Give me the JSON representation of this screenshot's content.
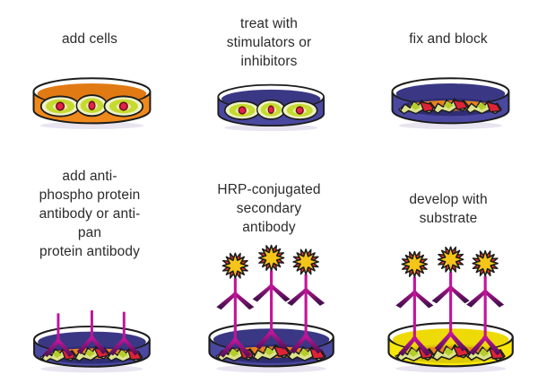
{
  "steps": [
    {
      "caption": "add cells",
      "liquid": "orange",
      "art": "live-cells"
    },
    {
      "caption": "treat with\nstimulators or\ninhibitors",
      "liquid": "blue",
      "art": "live-cells"
    },
    {
      "caption": "fix and block",
      "liquid": "blue",
      "art": "fixed-cells"
    },
    {
      "caption": "add anti-phospho protein\nantibody or anti-pan\nprotein antibody",
      "liquid": "blue",
      "art": "fixed-cells-primary-antibody"
    },
    {
      "caption": "HRP-conjugated\nsecondary antibody",
      "liquid": "blue",
      "art": "fixed-cells-antibody-stack-hrp"
    },
    {
      "caption": "develop with substrate",
      "liquid": "yellow",
      "art": "fixed-cells-antibody-stack-hrp"
    }
  ],
  "colors": {
    "palette": {
      "text": "#2b2b2b",
      "ink": "#1c1c1c",
      "dish-white": "#ffffff",
      "cell-outer": "#eef2c8",
      "cell-inner": "#c6da2f",
      "cell-core": "#e6eda6",
      "nucleus": "#e6204a",
      "nucleus-dark": "#70101f",
      "clump-pale": "#dde38c",
      "clump-bright": "#b5cd2b",
      "clump-red": "#df2337",
      "band-orange": "#e8821e",
      "ab-main": "#c3149a",
      "ab-dark": "#47104e",
      "star-yellow": "#f6c51a",
      "star-red": "#e63128",
      "shadow": "#d9d2e6"
    },
    "liquids": {
      "orange": {
        "wall": "#f0891c",
        "surface": "#e27a13",
        "floor": "#d86f10"
      },
      "blue": {
        "wall": "#4a48a0",
        "surface": "#3a3884",
        "floor": "#2f2d74"
      },
      "yellow": {
        "wall": "#f8e70b",
        "surface": "#eeda06",
        "floor": "#ddc905"
      }
    }
  }
}
